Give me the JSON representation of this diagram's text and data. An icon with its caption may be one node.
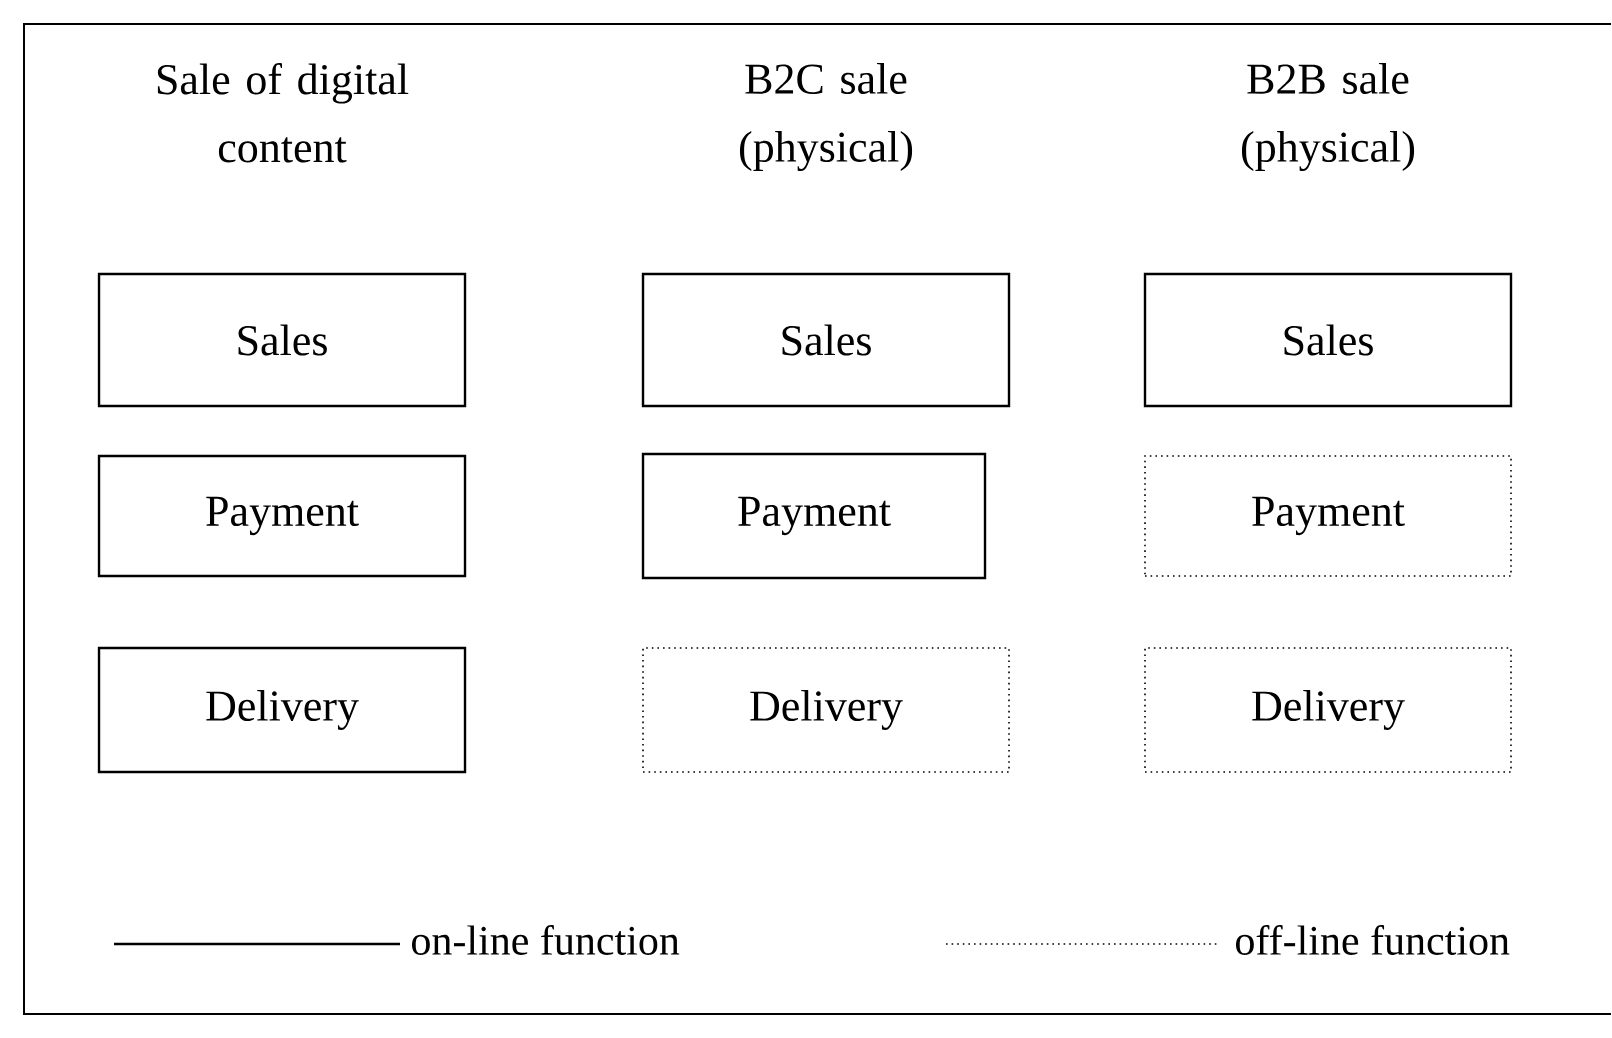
{
  "diagram": {
    "nodes": [
      {
        "text": [
          "Sales"
        ]
      },
      {
        "text": [
          "Sales"
        ]
      },
      {
        "text": [
          "Sales"
        ]
      },
      {
        "text": [
          "Payment"
        ]
      },
      {
        "text": [
          "Payment"
        ]
      },
      {
        "text": [
          "Payment"
        ]
      },
      {
        "text": [
          "Delivery"
        ]
      },
      {
        "text": [
          "Delivery"
        ]
      },
      {
        "text": [
          "Delivery"
        ]
      }
    ],
    "edges": [],
    "labels": [
      "Sale of digital content",
      "B2C sale (physical)",
      "B2B sale (physical)"
    ],
    "legend": [
      {
        "text": "on-line function"
      },
      {
        "text": "off-line function"
      }
    ]
  }
}
